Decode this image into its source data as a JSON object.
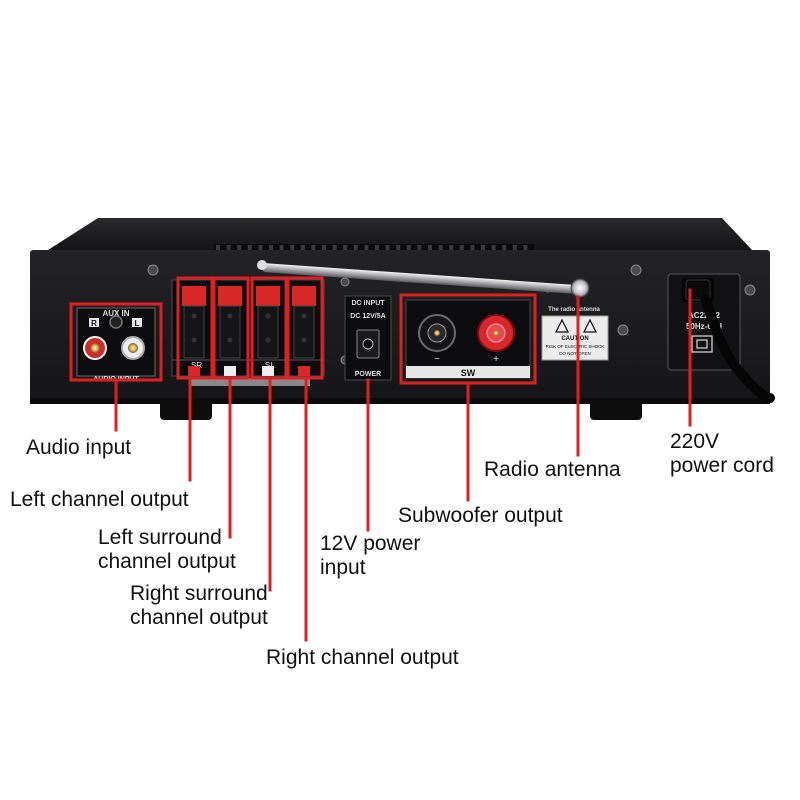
{
  "colors": {
    "callout_red": "#e02020",
    "chassis": "#1c1c1e",
    "panel": "#0e0e10",
    "binding_red": "#d8262a"
  },
  "panel_text": {
    "aux_in": "AUX IN",
    "aux_r": "R",
    "aux_l": "L",
    "audio_input_plate": "AUDIO INPUT",
    "dc_input": "DC INPUT",
    "dc_spec": "DC 12V/5A",
    "power": "POWER",
    "sw": "SW",
    "minus": "−",
    "plus": "+",
    "antenna_plate": "The radio antenna",
    "caution": "CAUTION",
    "caution_line1": "RISK OF ELECTRIC SHOCK",
    "caution_line2": "DO NOT OPEN",
    "ac_line1": "AC220-2",
    "ac_line2": "50Hz-60H",
    "sr": "SR",
    "sl": "SL"
  },
  "callouts": {
    "audio_input": "Audio input",
    "left_channel": "Left channel output",
    "left_surround": [
      "Left surround",
      "channel output"
    ],
    "right_surround": [
      "Right surround",
      "channel output"
    ],
    "right_channel": "Right channel output",
    "power_12v": [
      "12V power",
      "input"
    ],
    "subwoofer": "Subwoofer output",
    "radio_antenna": "Radio antenna",
    "power_220v": [
      "220V",
      "power cord"
    ]
  }
}
